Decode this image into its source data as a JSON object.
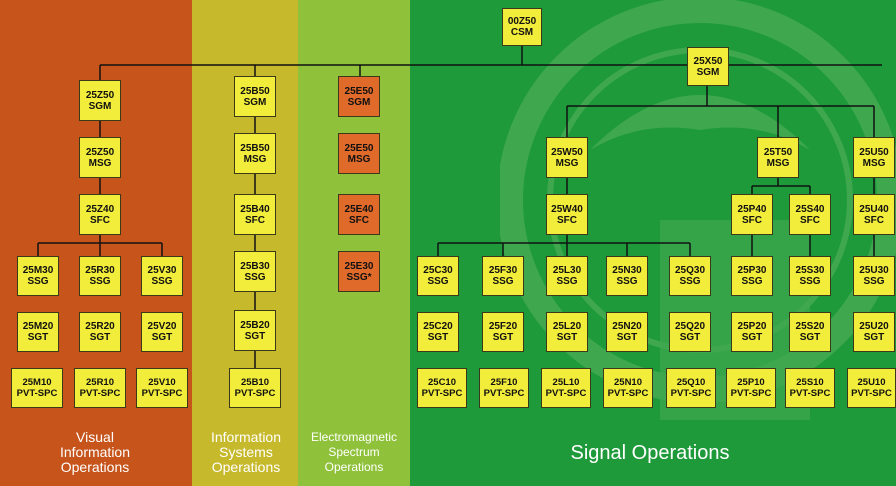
{
  "boxes": {
    "csm": {
      "code": "00Z50",
      "rank": "CSM"
    },
    "sgm_x": {
      "code": "25X50",
      "rank": "SGM"
    },
    "z50": {
      "code": "25Z50",
      "rank": "SGM"
    },
    "z50m": {
      "code": "25Z50",
      "rank": "MSG"
    },
    "z40": {
      "code": "25Z40",
      "rank": "SFC"
    },
    "m30": {
      "code": "25M30",
      "rank": "SSG"
    },
    "r30": {
      "code": "25R30",
      "rank": "SSG"
    },
    "v30": {
      "code": "25V30",
      "rank": "SSG"
    },
    "m20": {
      "code": "25M20",
      "rank": "SGT"
    },
    "r20": {
      "code": "25R20",
      "rank": "SGT"
    },
    "v20": {
      "code": "25V20",
      "rank": "SGT"
    },
    "m10": {
      "code": "25M10",
      "rank": "PVT-SPC"
    },
    "r10": {
      "code": "25R10",
      "rank": "PVT-SPC"
    },
    "v10": {
      "code": "25V10",
      "rank": "PVT-SPC"
    },
    "b50s": {
      "code": "25B50",
      "rank": "SGM"
    },
    "b50m": {
      "code": "25B50",
      "rank": "MSG"
    },
    "b40": {
      "code": "25B40",
      "rank": "SFC"
    },
    "b30": {
      "code": "25B30",
      "rank": "SSG"
    },
    "b20": {
      "code": "25B20",
      "rank": "SGT"
    },
    "b10": {
      "code": "25B10",
      "rank": "PVT-SPC"
    },
    "e50s": {
      "code": "25E50",
      "rank": "SGM"
    },
    "e50m": {
      "code": "25E50",
      "rank": "MSG"
    },
    "e40": {
      "code": "25E40",
      "rank": "SFC"
    },
    "e30": {
      "code": "25E30",
      "rank": "SSG*"
    },
    "w50": {
      "code": "25W50",
      "rank": "MSG"
    },
    "w40": {
      "code": "25W40",
      "rank": "SFC"
    },
    "t50": {
      "code": "25T50",
      "rank": "MSG"
    },
    "u50": {
      "code": "25U50",
      "rank": "MSG"
    },
    "p40": {
      "code": "25P40",
      "rank": "SFC"
    },
    "s40": {
      "code": "25S40",
      "rank": "SFC"
    },
    "u40": {
      "code": "25U40",
      "rank": "SFC"
    },
    "c30": {
      "code": "25C30",
      "rank": "SSG"
    },
    "f30": {
      "code": "25F30",
      "rank": "SSG"
    },
    "l30": {
      "code": "25L30",
      "rank": "SSG"
    },
    "n30": {
      "code": "25N30",
      "rank": "SSG"
    },
    "q30": {
      "code": "25Q30",
      "rank": "SSG"
    },
    "p30": {
      "code": "25P30",
      "rank": "SSG"
    },
    "s30": {
      "code": "25S30",
      "rank": "SSG"
    },
    "u30": {
      "code": "25U30",
      "rank": "SSG"
    },
    "c20": {
      "code": "25C20",
      "rank": "SGT"
    },
    "f20": {
      "code": "25F20",
      "rank": "SGT"
    },
    "l20": {
      "code": "25L20",
      "rank": "SGT"
    },
    "n20": {
      "code": "25N20",
      "rank": "SGT"
    },
    "q20": {
      "code": "25Q20",
      "rank": "SGT"
    },
    "p20": {
      "code": "25P20",
      "rank": "SGT"
    },
    "s20": {
      "code": "25S20",
      "rank": "SGT"
    },
    "u20": {
      "code": "25U20",
      "rank": "SGT"
    },
    "c10": {
      "code": "25C10",
      "rank": "PVT-SPC"
    },
    "f10": {
      "code": "25F10",
      "rank": "PVT-SPC"
    },
    "l10": {
      "code": "25L10",
      "rank": "PVT-SPC"
    },
    "n10": {
      "code": "25N10",
      "rank": "PVT-SPC"
    },
    "q10": {
      "code": "25Q10",
      "rank": "PVT-SPC"
    },
    "p10": {
      "code": "25P10",
      "rank": "PVT-SPC"
    },
    "s10": {
      "code": "25S10",
      "rank": "PVT-SPC"
    },
    "u10": {
      "code": "25U10",
      "rank": "PVT-SPC"
    }
  },
  "labels": {
    "visual": [
      "Visual",
      "Information",
      "Operations"
    ],
    "info": [
      "Information",
      "Systems",
      "Operations"
    ],
    "em": [
      "Electromagnetic",
      "Spectrum",
      "Operations"
    ],
    "signal": "Signal Operations"
  },
  "colors": {
    "visual_band": "#c6541b",
    "info_band": "#c7b92c",
    "em_band": "#8fc23a",
    "signal_band": "#1f9a3a",
    "box_yellow": "#f2ec3a",
    "box_orange": "#e06a2a"
  }
}
